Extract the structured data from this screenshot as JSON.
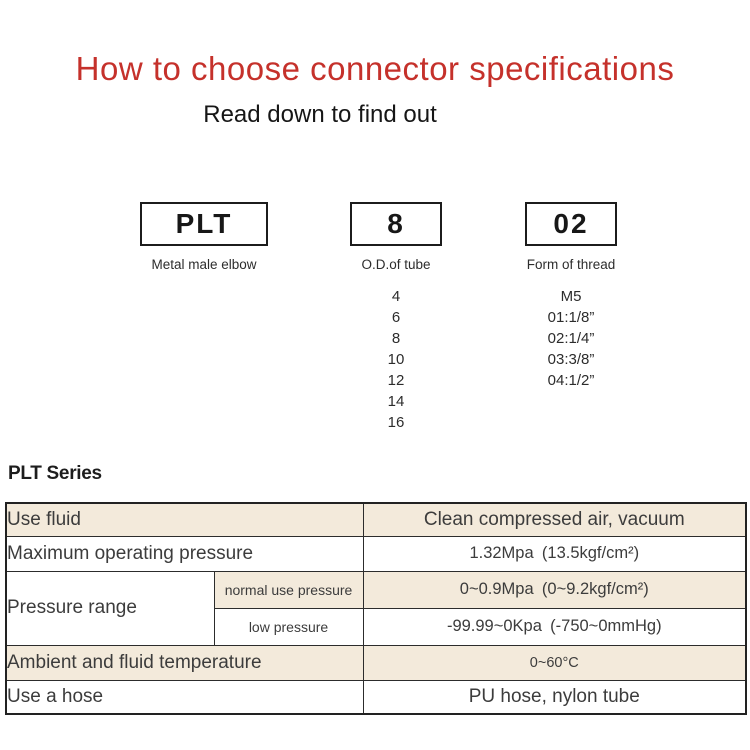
{
  "page": {
    "title": "How to choose connector specifications",
    "subtitle": "Read down to find out"
  },
  "selector": {
    "boxes": [
      {
        "code": "PLT",
        "caption": "Metal male elbow"
      },
      {
        "code": "8",
        "caption": "O.D.of tube",
        "options": [
          "4",
          "6",
          "8",
          "10",
          "12",
          "14",
          "16"
        ]
      },
      {
        "code": "02",
        "caption": "Form of thread",
        "options": [
          "M5",
          "01:1/8”",
          "02:1/4”",
          "03:3/8”",
          "04:1/2”"
        ]
      }
    ]
  },
  "series_heading": "PLT Series",
  "spec_table": {
    "rows": [
      {
        "label": "Use fluid",
        "value": "Clean compressed air, vacuum"
      },
      {
        "label": "Maximum operating pressure",
        "value": "1.32Mpa (13.5kgf/cm²)"
      },
      {
        "label": "Pressure range",
        "sub_rows": [
          {
            "label": "normal use pressure",
            "value": "0~0.9Mpa (0~9.2kgf/cm²)"
          },
          {
            "label": "low pressure",
            "value": "-99.99~0Kpa (-750~0mmHg)"
          }
        ]
      },
      {
        "label": "Ambient and fluid temperature",
        "value": "0~60°C"
      },
      {
        "label": "Use a hose",
        "value": "PU hose, nylon tube"
      }
    ]
  },
  "colors": {
    "accent_red": "#c5312b",
    "row_beige": "#f3eadb",
    "border_dark": "#222222"
  }
}
